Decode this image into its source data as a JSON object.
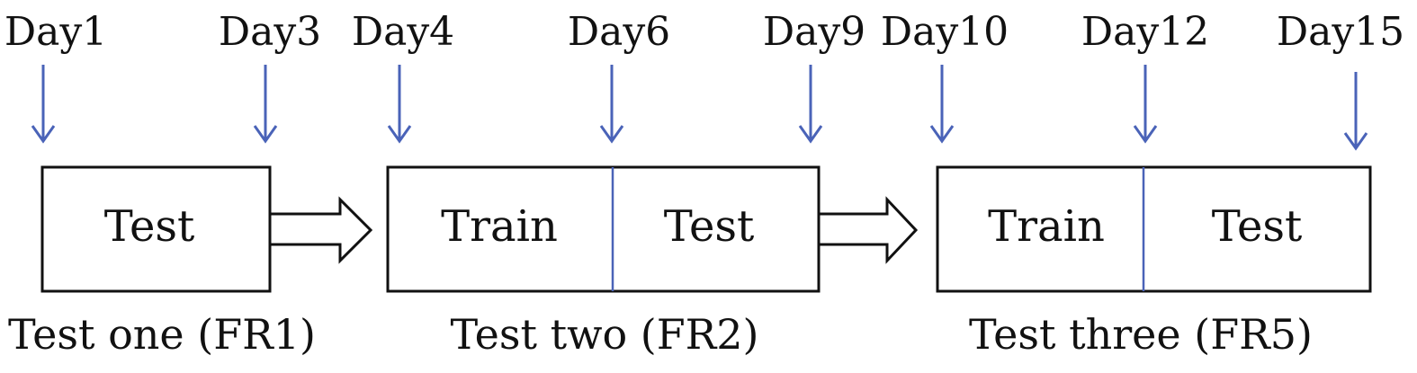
{
  "days": [
    "Day1",
    "Day3",
    "Day4",
    "Day6",
    "Day9",
    "Day10",
    "Day12",
    "Day15"
  ],
  "tests": [
    {
      "caption": "Test one (FR1)",
      "segments": [
        "Test"
      ]
    },
    {
      "caption": "Test two (FR2)",
      "segments": [
        "Train",
        "Test"
      ]
    },
    {
      "caption": "Test three (FR5)",
      "segments": [
        "Train",
        "Test"
      ]
    }
  ],
  "colors": {
    "arrow": "#4a63b8",
    "stroke": "#111111"
  }
}
